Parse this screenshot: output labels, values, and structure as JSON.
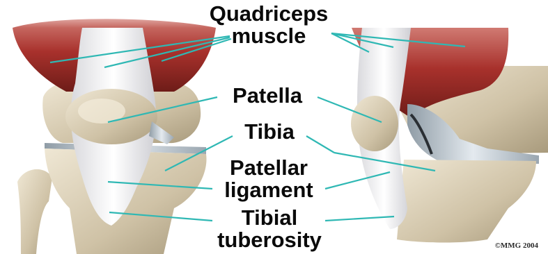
{
  "labels": {
    "quadriceps_line1": "Quadriceps",
    "quadriceps_line2": "muscle",
    "patella": "Patella",
    "tibia": "Tibia",
    "patellar_line1": "Patellar",
    "patellar_line2": "ligament",
    "tuberosity_line1": "Tibial",
    "tuberosity_line2": "tuberosity"
  },
  "copyright": "©MMG 2004",
  "colors": {
    "muscle": "#a8312c",
    "bone": "#d8ccb2",
    "tendon": "#f2f2f4",
    "leader_line": "#2fb8b4",
    "cartilage": "#b9c4cc"
  }
}
